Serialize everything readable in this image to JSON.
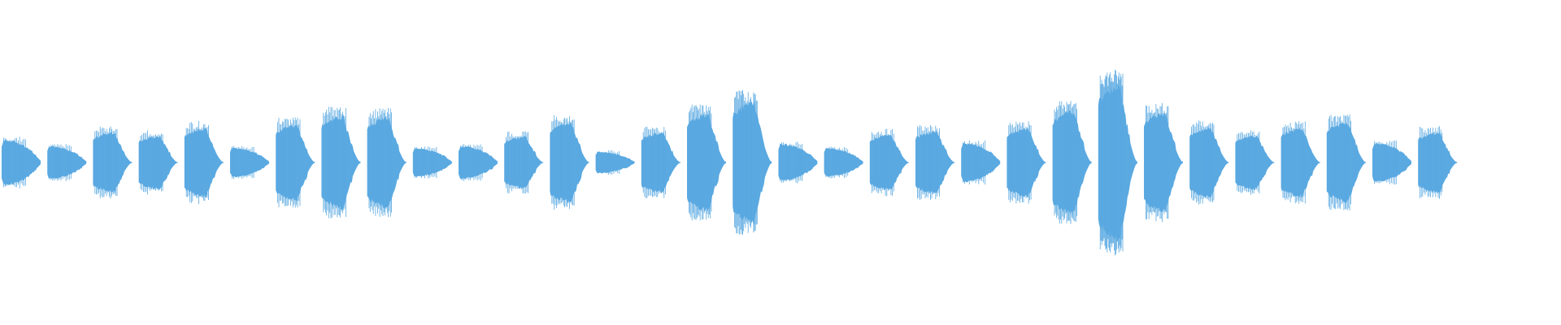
{
  "waveform": {
    "color": "#5aa9e1",
    "background": "#ffffff",
    "pulse_amplitudes": [
      0.42,
      0.3,
      0.56,
      0.5,
      0.64,
      0.27,
      0.7,
      0.86,
      0.84,
      0.26,
      0.3,
      0.48,
      0.74,
      0.2,
      0.56,
      0.9,
      1.12,
      0.34,
      0.26,
      0.52,
      0.58,
      0.36,
      0.64,
      0.96,
      1.44,
      0.92,
      0.65,
      0.5,
      0.64,
      0.74,
      0.36,
      0.56
    ],
    "pulse_shapes": [
      "flat",
      "flat",
      "round",
      "round",
      "round",
      "flat",
      "round",
      "round",
      "round",
      "flat",
      "flat",
      "round",
      "round",
      "flat",
      "round",
      "round",
      "round",
      "flat",
      "flat",
      "round",
      "round",
      "flat",
      "round",
      "round",
      "round",
      "round",
      "round",
      "round",
      "round",
      "round",
      "flat",
      "round"
    ]
  }
}
